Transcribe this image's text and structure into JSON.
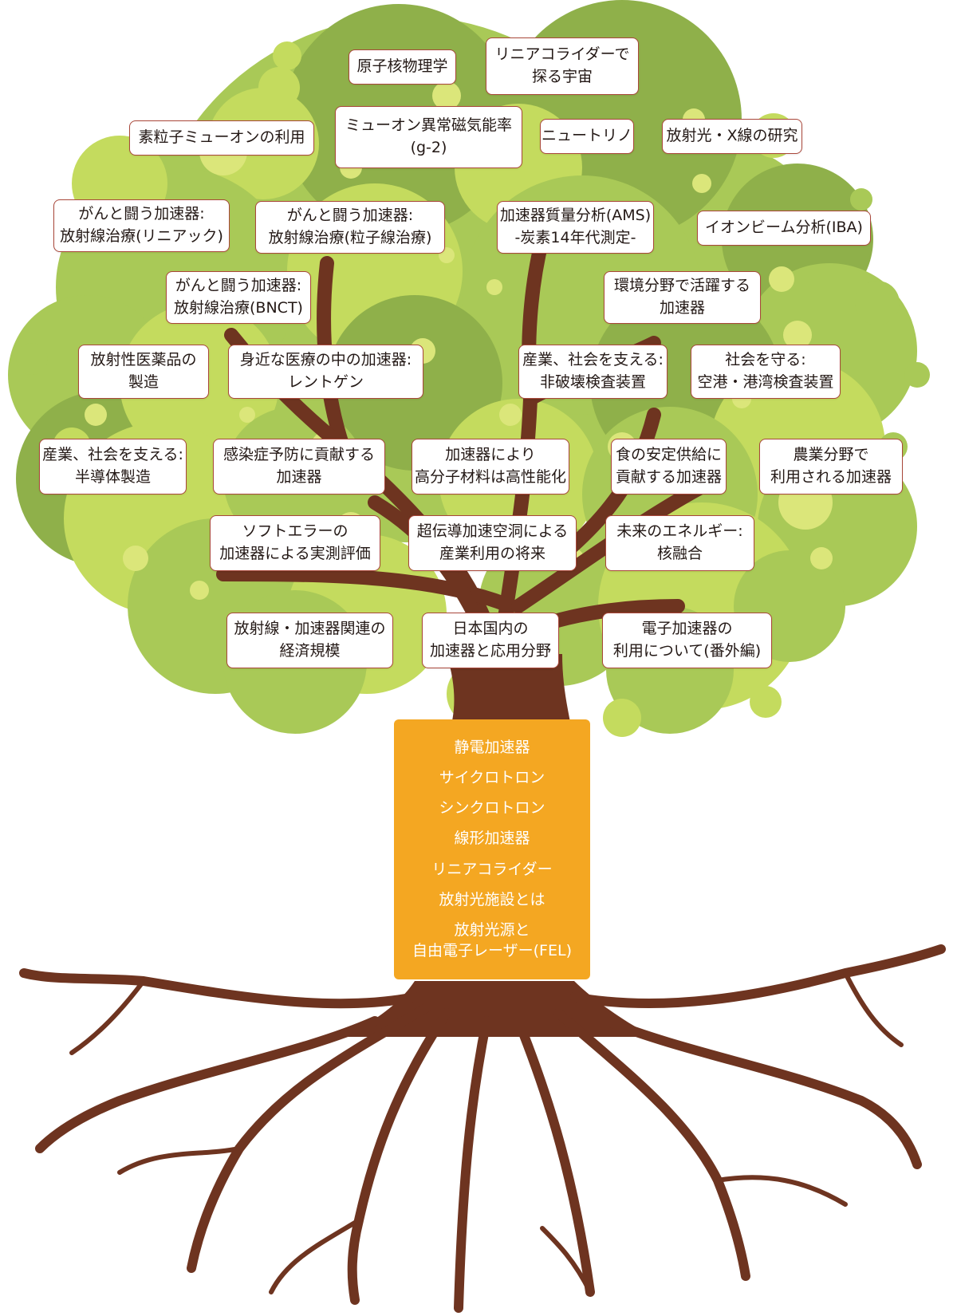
{
  "colors": {
    "leaf_dark": "#8fb04a",
    "leaf_mid": "#a9c957",
    "leaf_light": "#c4db5e",
    "leaf_pale": "#dbe67a",
    "trunk_brown": "#6e3420",
    "box_border": "#a9473a",
    "trunk_panel": "#f4a722"
  },
  "canopy_topics": [
    {
      "lines": [
        "原子核物理学"
      ]
    },
    {
      "lines": [
        "リニアコライダーで",
        "探る宇宙"
      ]
    },
    {
      "lines": [
        "素粒子ミューオンの利用"
      ]
    },
    {
      "lines": [
        "ミューオン異常磁気能率",
        "(g-2)"
      ]
    },
    {
      "lines": [
        "ニュートリノ"
      ]
    },
    {
      "lines": [
        "放射光・X線の研究"
      ]
    },
    {
      "lines": [
        "がんと闘う加速器:",
        "放射線治療(リニアック)"
      ]
    },
    {
      "lines": [
        "がんと闘う加速器:",
        "放射線治療(粒子線治療)"
      ]
    },
    {
      "lines": [
        "加速器質量分析(AMS)",
        "-炭素14年代測定-"
      ]
    },
    {
      "lines": [
        "イオンビーム分析(IBA)"
      ]
    },
    {
      "lines": [
        "がんと闘う加速器:",
        "放射線治療(BNCT)"
      ]
    },
    {
      "lines": [
        "環境分野で活躍する",
        "加速器"
      ]
    },
    {
      "lines": [
        "放射性医薬品の",
        "製造"
      ]
    },
    {
      "lines": [
        "身近な医療の中の加速器:",
        "レントゲン"
      ]
    },
    {
      "lines": [
        "産業、社会を支える:",
        "非破壊検査装置"
      ]
    },
    {
      "lines": [
        "社会を守る:",
        "空港・港湾検査装置"
      ]
    },
    {
      "lines": [
        "産業、社会を支える:",
        "半導体製造"
      ]
    },
    {
      "lines": [
        "感染症予防に貢献する",
        "加速器"
      ]
    },
    {
      "lines": [
        "加速器により",
        "高分子材料は高性能化"
      ]
    },
    {
      "lines": [
        "食の安定供給に",
        "貢献する加速器"
      ]
    },
    {
      "lines": [
        "農業分野で",
        "利用される加速器"
      ]
    },
    {
      "lines": [
        "ソフトエラーの",
        "加速器による実測評価"
      ]
    },
    {
      "lines": [
        "超伝導加速空洞による",
        "産業利用の将来"
      ]
    },
    {
      "lines": [
        "未来のエネルギー:",
        "核融合"
      ]
    },
    {
      "lines": [
        "放射線・加速器関連の",
        "経済規模"
      ]
    },
    {
      "lines": [
        "日本国内の",
        "加速器と応用分野"
      ]
    },
    {
      "lines": [
        "電子加速器の",
        "利用について(番外編)"
      ]
    }
  ],
  "trunk_topics": [
    {
      "lines": [
        "静電加速器"
      ]
    },
    {
      "lines": [
        "サイクロトロン"
      ]
    },
    {
      "lines": [
        "シンクロトロン"
      ]
    },
    {
      "lines": [
        "線形加速器"
      ]
    },
    {
      "lines": [
        "リニアコライダー"
      ]
    },
    {
      "lines": [
        "放射光施設とは"
      ]
    },
    {
      "lines": [
        "放射光源と",
        "自由電子レーザー(FEL)"
      ]
    }
  ]
}
